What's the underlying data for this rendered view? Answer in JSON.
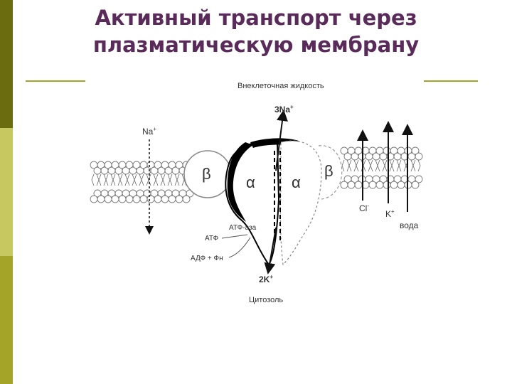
{
  "slide": {
    "title_line1": "Активный транспорт через",
    "title_line2": "плазматическую мембрану"
  },
  "diagram": {
    "extracellular_label": "Внеклеточная жидкость",
    "cytosol_label": "Цитозоль",
    "na_out_label": "3Na",
    "na_out_sup": "+",
    "k_in_label": "2K",
    "k_in_sup": "+",
    "na_leak_label": "Na",
    "na_leak_sup": "+",
    "alpha_symbol": "α",
    "beta_symbol": "β",
    "atpase_label": "АТФ-аза",
    "atp_label": "АТФ",
    "adp_label": "АДФ + Фн",
    "cl_label": "Cl",
    "cl_sup": "-",
    "k_leak_label": "K",
    "k_leak_sup": "+",
    "water_label": "вода"
  },
  "colors": {
    "title": "#5a2a5a",
    "sidebar_dark": "#6b6b10",
    "sidebar_light": "#c8c860",
    "sidebar_mid": "#a4a428",
    "rule": "#a4a428"
  }
}
